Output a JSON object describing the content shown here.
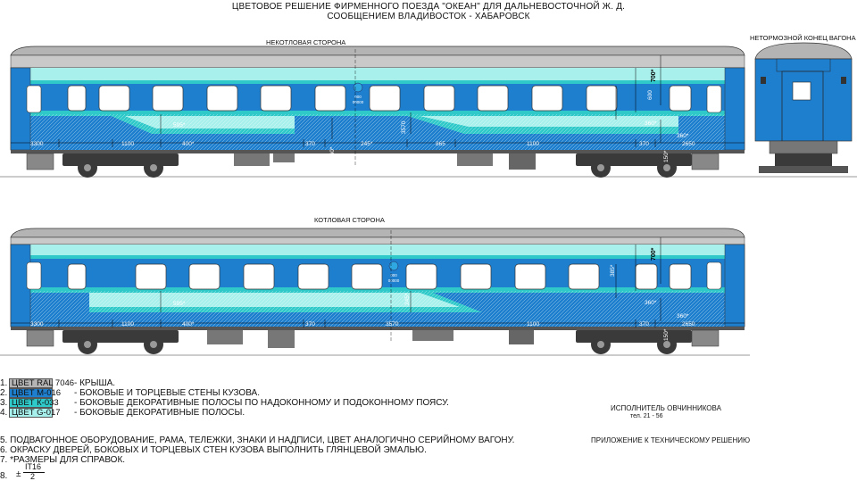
{
  "title": {
    "line1": "ЦВЕТОВОЕ РЕШЕНИЕ ФИРМЕННОГО ПОЕЗДА   \"ОКЕАН\"  ДЛЯ ДАЛЬНЕВОСТОЧНОЙ Ж. Д.",
    "line2": "СООБЩЕНИЕМ ВЛАДИВОСТОК - ХАБАРОВСК"
  },
  "views": {
    "top_label": "НЕКОТЛОВАЯ     СТОРОНА",
    "bottom_label": "КОТЛОВАЯ     СТОРОНА",
    "end_label": "НЕТОРМОЗНОЙ КОНЕЦ ВАГОНА"
  },
  "dimensions": {
    "top": [
      "3300",
      "1100",
      "400*",
      "595*",
      "370",
      "360*",
      "245*",
      "3570",
      "865",
      "1100",
      "370",
      "2650",
      "150*",
      "360*",
      "360*",
      "385*",
      "600",
      "700*"
    ],
    "bottom": [
      "3300",
      "1100",
      "400*",
      "595*",
      "370",
      "245*",
      "3570",
      "1100",
      "370",
      "2650",
      "150*",
      "360*",
      "360*",
      "385*",
      "600",
      "700*"
    ]
  },
  "emblem": {
    "top": "000",
    "bottom": "00000"
  },
  "legend": [
    {
      "num": "1.",
      "color_name": "ЦВЕТ RAL 7046",
      "desc": "- КРЫША.",
      "color": "#b4b4b4"
    },
    {
      "num": "2.",
      "color_name": "ЦВЕТ М-016",
      "desc": "- БОКОВЫЕ И ТОРЦЕВЫЕ СТЕНЫ КУЗОВА.",
      "color": "#1f7fcf"
    },
    {
      "num": "3.",
      "color_name": "ЦВЕТ К-033",
      "desc": "- БОКОВЫЕ ДЕКОРАТИВНЫЕ ПОЛОСЫ ПО НАДОКОННОМУ И ПОДОКОННОМУ ПОЯСУ.",
      "color": "#2fc9c9"
    },
    {
      "num": "4.",
      "color_name": "ЦВЕТ G-017",
      "desc": "- БОКОВЫЕ ДЕКОРАТИВНЫЕ ПОЛОСЫ.",
      "color": "#a8f0ec"
    }
  ],
  "notes": {
    "n5": "5.  ПОДВАГОННОЕ ОБОРУДОВАНИЕ, РАМА, ТЕЛЕЖКИ, ЗНАКИ И НАДПИСИ, ЦВЕТ АНАЛОГИЧНО СЕРИЙНОМУ ВАГОНУ.",
    "n6": "6.  ОКРАСКУ ДВЕРЕЙ, БОКОВЫХ И ТОРЦЕВЫХ СТЕН КУЗОВА ВЫПОЛНИТЬ ГЛЯНЦЕВОЙ ЭМАЛЬЮ.",
    "n7": "7.  *РАЗМЕРЫ ДЛЯ СПРАВОК.",
    "n8_num": "8.",
    "n8_sign": "±",
    "n8_top": "IT16",
    "n8_bottom": "2"
  },
  "executor": {
    "line1": "ИСПОЛНИТЕЛЬ   ОВЧИННИКОВА",
    "line2": "тел.  21 - 56"
  },
  "appendix": "ПРИЛОЖЕНИЕ К ТЕХНИЧЕСКОМУ РЕШЕНИЮ",
  "colors": {
    "roof": "#b4b4b4",
    "body": "#1f7fcf",
    "stripe_dark": "#2fc9c9",
    "stripe_light": "#a8f0ec",
    "window": "#ffffff",
    "undercarriage": "#3a3a3a"
  }
}
